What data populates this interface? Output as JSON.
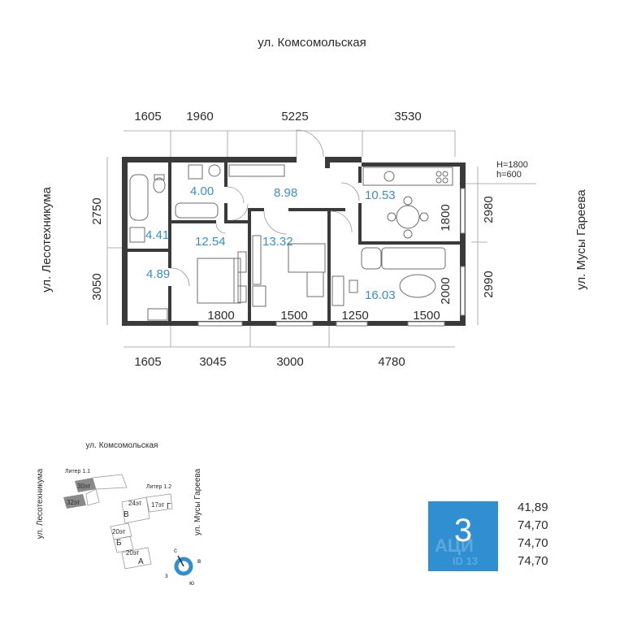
{
  "streets": {
    "north": "ул. Комсомольская",
    "west": "ул. Лесотехникума",
    "east": "ул. Мусы Гареева"
  },
  "dims": {
    "top": [
      "1605",
      "1960",
      "5225",
      "3530"
    ],
    "bottom": [
      "1605",
      "3045",
      "3000",
      "4780"
    ],
    "left": [
      "2750",
      "3050"
    ],
    "right": [
      "2980",
      "2990"
    ],
    "inner_windows": [
      "1800",
      "1500",
      "1250",
      "1500"
    ],
    "inner_vertical": [
      "1800",
      "2000"
    ]
  },
  "window_note": {
    "h1": "H=1800",
    "h2": "h=600"
  },
  "rooms": {
    "bathroom": "4.41",
    "toilet": "4.00",
    "hall": "8.98",
    "kitchen": "10.53",
    "wardrobe": "4.89",
    "bedroom": "12.54",
    "study": "13.32",
    "living": "16.03"
  },
  "site_plan": {
    "street_north": "ул. Комсомольская",
    "street_west": "ул. Лесотехникума",
    "street_east": "ул. Мусы Гареева",
    "liter_1": "Литер 1.1",
    "liter_2": "Литер 1.2",
    "floors": [
      "30эт",
      "32эт",
      "24эт",
      "17эт",
      "20эт",
      "20эт"
    ],
    "sections": [
      "В",
      "Г",
      "Б",
      "А"
    ],
    "compass": {
      "n": "с",
      "e": "в",
      "s": "ю",
      "w": "з"
    }
  },
  "badge": {
    "rooms": "3",
    "watermark": "АЦИ",
    "id": "ID 13"
  },
  "areas": [
    "41,89",
    "74,70",
    "74,70",
    "74,70"
  ],
  "colors": {
    "accent": "#2f8fd1",
    "area_text": "#3a8fc8",
    "walls": "#3a3a3a"
  }
}
